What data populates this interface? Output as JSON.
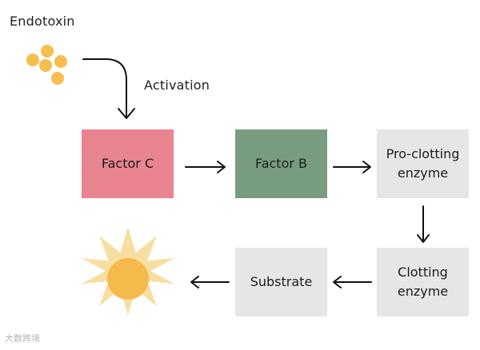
{
  "title": "Endotoxin",
  "activation_label": "Activation",
  "nodes": {
    "factor_c": "Factor C",
    "factor_b": "Factor B",
    "pro_clotting": [
      "Pro-clotting",
      "enzyme"
    ],
    "clotting": [
      "Clotting",
      "enzyme"
    ],
    "substrate": "Substrate"
  },
  "colors": {
    "factor_c": "#e8848f",
    "factor_b": "#789d7e",
    "neutral_box": "#e6e6e6",
    "endotoxin_dots": "#f6bd4f",
    "sun_rays": "#f7dfa2",
    "sun_core": "#f5b94c",
    "arrow": "#111111"
  },
  "icons": [
    "endotoxin-particles-icon",
    "sun-icon"
  ],
  "watermark": "大数跨境"
}
